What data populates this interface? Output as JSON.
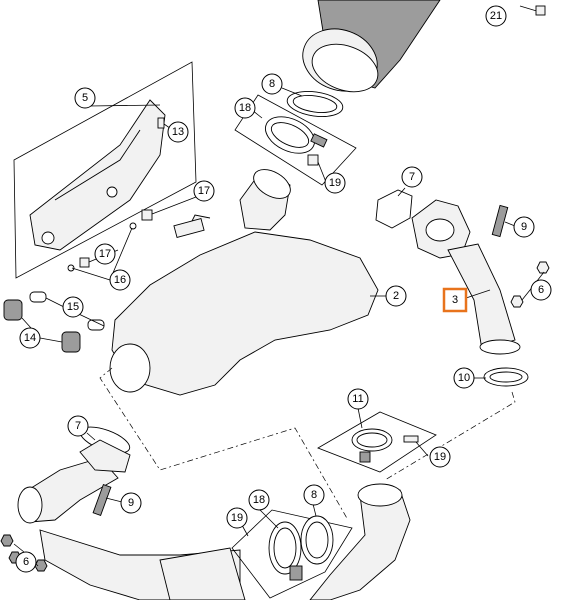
{
  "highlight_color": "#e8731c",
  "callouts": [
    {
      "id": "c21",
      "label": "21"
    },
    {
      "id": "c8a",
      "label": "8"
    },
    {
      "id": "c5",
      "label": "5"
    },
    {
      "id": "c13",
      "label": "13"
    },
    {
      "id": "c18a",
      "label": "18"
    },
    {
      "id": "c19a",
      "label": "19"
    },
    {
      "id": "c17a",
      "label": "17"
    },
    {
      "id": "c17b",
      "label": "17"
    },
    {
      "id": "c16",
      "label": "16"
    },
    {
      "id": "c15",
      "label": "15"
    },
    {
      "id": "c14",
      "label": "14"
    },
    {
      "id": "c7a",
      "label": "7"
    },
    {
      "id": "c9a",
      "label": "9"
    },
    {
      "id": "c2",
      "label": "2"
    },
    {
      "id": "c6a",
      "label": "6"
    },
    {
      "id": "c3",
      "label": "3",
      "highlighted": true
    },
    {
      "id": "c10",
      "label": "10"
    },
    {
      "id": "c11",
      "label": "11"
    },
    {
      "id": "c19b",
      "label": "19"
    },
    {
      "id": "c7b",
      "label": "7"
    },
    {
      "id": "c9b",
      "label": "9"
    },
    {
      "id": "c18b",
      "label": "18"
    },
    {
      "id": "c8b",
      "label": "8"
    },
    {
      "id": "c19c",
      "label": "19"
    },
    {
      "id": "c6b",
      "label": "6"
    }
  ]
}
